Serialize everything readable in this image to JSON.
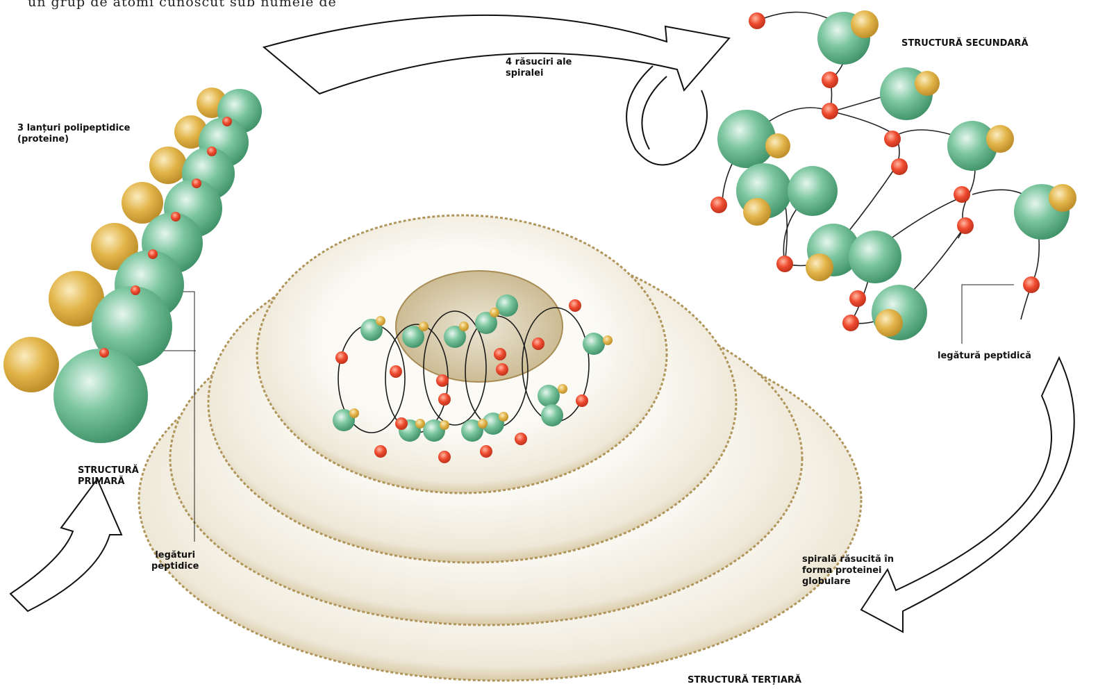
{
  "top_text": "un grup de atomi cunoscut sub numele de",
  "labels": {
    "chains": "3 lanțuri polipeptidice\n(proteine)",
    "primary": "STRUCTURĂ\nPRIMARĂ",
    "peptide_bonds": "legături\npeptidice",
    "twists": "4 răsuciri ale\nspiralei",
    "secondary": "STRUCTURĂ SECUNDARĂ",
    "peptide_bond": "legătură peptidică",
    "globular": "spirală răsucită în\nforma proteinei\nglobulare",
    "tertiary": "STRUCTURĂ TERȚIARĂ"
  },
  "colors": {
    "green_atom": "#5fb587",
    "yellow_atom": "#e0b040",
    "red_atom": "#e8442a",
    "coil": "#f4f1ea",
    "coil_edge": "#b59a5e"
  }
}
